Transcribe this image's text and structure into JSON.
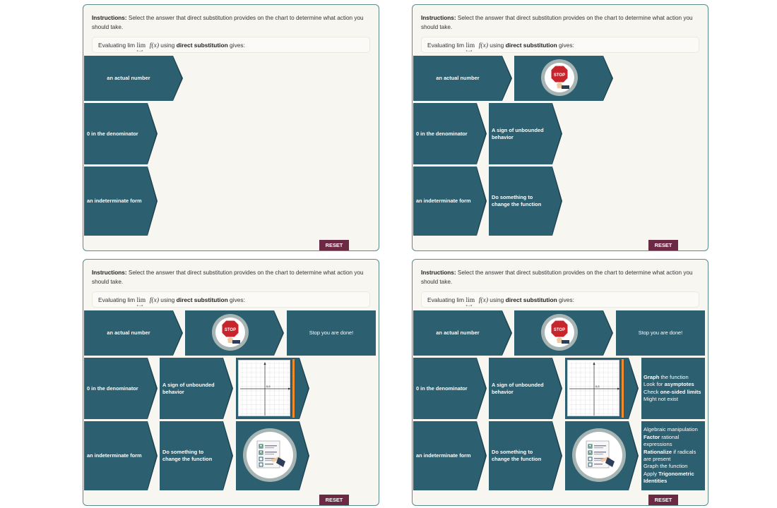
{
  "instructions": {
    "prefix": "Instructions:",
    "text": " Select the answer that direct substitution provides on the chart to determine what action you should take."
  },
  "evaluating": {
    "prefix": "Evaluating lim ",
    "lim_word": "lim",
    "lim_sub": "x→a",
    "fx": "f(x)",
    "middle": " using ",
    "bold": "direct substitution",
    "suffix": " gives:"
  },
  "rows": {
    "actual_number": "an actual number",
    "zero_denominator": "0 in the denominator",
    "indeterminate": "an indeterminate form"
  },
  "results": {
    "unbounded": "A sign of unbounded behavior",
    "change_function": "Do something to change the function",
    "stop_done": "Stop you are done!"
  },
  "actions": {
    "unbounded": [
      {
        "b": "Graph",
        "t": " the function"
      },
      {
        "t": "Look for ",
        "b": "asymptotes"
      },
      {
        "t": "Check ",
        "b": "one-sided limits"
      },
      {
        "t": "Might not exist"
      }
    ],
    "change": [
      {
        "t": "Algebraic manipulation"
      },
      {
        "b": "Factor",
        "t": " rational expressions"
      },
      {
        "b": "Rationalize",
        "t": " if radicals are present"
      },
      {
        "t": "Graph the function"
      },
      {
        "t": "Apply ",
        "b": "Trigonometric Identities"
      }
    ]
  },
  "icons": {
    "stop_sign": "stop-sign-icon",
    "stop_text": "STOP",
    "graph": "graph-icon",
    "checklist": "checklist-icon"
  },
  "reset_label": "RESET",
  "colors": {
    "arrow": "#2c5f6f",
    "reset": "#6b2944",
    "panel_bg": "#f8f6f1",
    "border": "#5a8c8c"
  }
}
